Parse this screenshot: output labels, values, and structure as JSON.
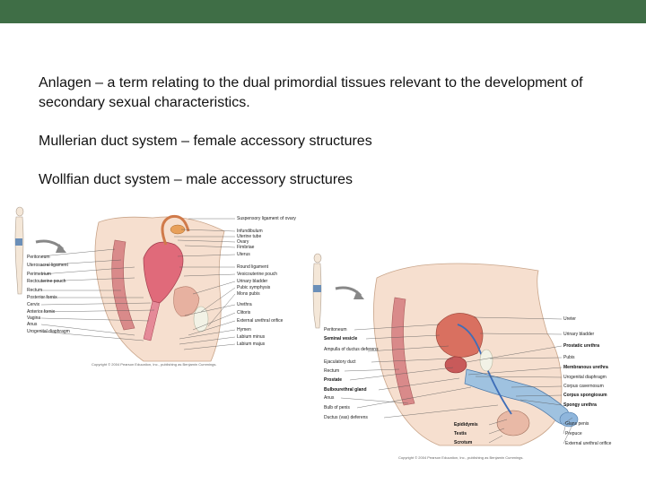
{
  "colors": {
    "top_bar": "#3f6e46"
  },
  "text": {
    "p1": "Anlagen – a term relating to the dual primordial tissues relevant to the development of secondary sexual characteristics.",
    "p2": "Mullerian duct system – female accessory structures",
    "p3": "Wollfian duct system – male accessory structures"
  },
  "female_figure": {
    "left_labels": [
      "Peritoneum",
      "Uterosacral ligament",
      "Perimetrium",
      "Rectouterine pouch",
      "Rectum",
      "Posterior fornix",
      "Cervix",
      "Anterior fornix",
      "Vagina",
      "Anus",
      "Urogenital diaphragm"
    ],
    "right_labels": [
      "Suspensory ligament of ovary",
      "Infundibulum",
      "Uterine tube",
      "Ovary",
      "Fimbriae",
      "Uterus",
      "Round ligament",
      "Vesicouterine pouch",
      "Urinary bladder",
      "Pubic symphysis",
      "Mons pubis",
      "Urethra",
      "Clitoris",
      "External urethral orifice",
      "Hymen",
      "Labium minus",
      "Labium majus"
    ],
    "copyright": "Copyright © 2004 Pearson Education, Inc., publishing as Benjamin Cummings."
  },
  "male_figure": {
    "left_labels": [
      "Peritoneum",
      "Seminal vesicle",
      "Ampulla of ductus deferens",
      "Ejaculatory duct",
      "Rectum",
      "Prostate",
      "Bulbourethral gland",
      "Anus",
      "Bulb of penis",
      "Ductus (vas) deferens"
    ],
    "bottom_labels": [
      "Epididymis",
      "Testis",
      "Scrotum"
    ],
    "right_labels": [
      "Ureter",
      "Urinary bladder",
      "Prostatic urethra",
      "Pubis",
      "Membranous urethra",
      "Urogenital diaphragm",
      "Corpus cavernosum",
      "Corpus spongiosum",
      "Spongy urethra",
      "Glans penis",
      "Prepuce",
      "External urethral orifice"
    ],
    "copyright": "Copyright © 2004 Pearson Education, Inc., publishing as Benjamin Cummings."
  }
}
